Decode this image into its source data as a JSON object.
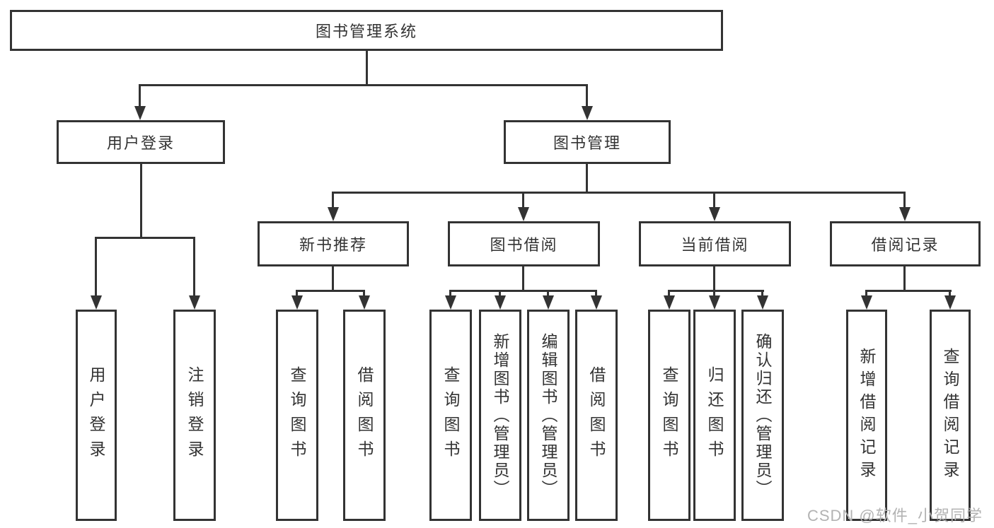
{
  "diagram_type": "hierarchy-tree",
  "tree": {
    "label": "图书管理系统",
    "children": [
      {
        "label": "用户登录",
        "children": [
          {
            "label": "用户登录"
          },
          {
            "label": "注销登录"
          }
        ]
      },
      {
        "label": "图书管理",
        "children": [
          {
            "label": "新书推荐",
            "children": [
              {
                "label": "查询图书"
              },
              {
                "label": "借阅图书"
              }
            ]
          },
          {
            "label": "图书借阅",
            "children": [
              {
                "label": "查询图书"
              },
              {
                "label": "新增图书（管理员）"
              },
              {
                "label": "编辑图书（管理员）"
              },
              {
                "label": "借阅图书"
              }
            ]
          },
          {
            "label": "当前借阅",
            "children": [
              {
                "label": "查询图书"
              },
              {
                "label": "归还图书"
              },
              {
                "label": "确认归还（管理员）"
              }
            ]
          },
          {
            "label": "借阅记录",
            "children": [
              {
                "label": "新增借阅记录"
              },
              {
                "label": "查询借阅记录"
              }
            ]
          }
        ]
      }
    ]
  },
  "watermark": {
    "text": "CSDN @软件_小贺同学"
  },
  "colors": {
    "line": "#333333",
    "text": "#333333",
    "watermark": "#b3b3b3",
    "background": "#ffffff"
  }
}
